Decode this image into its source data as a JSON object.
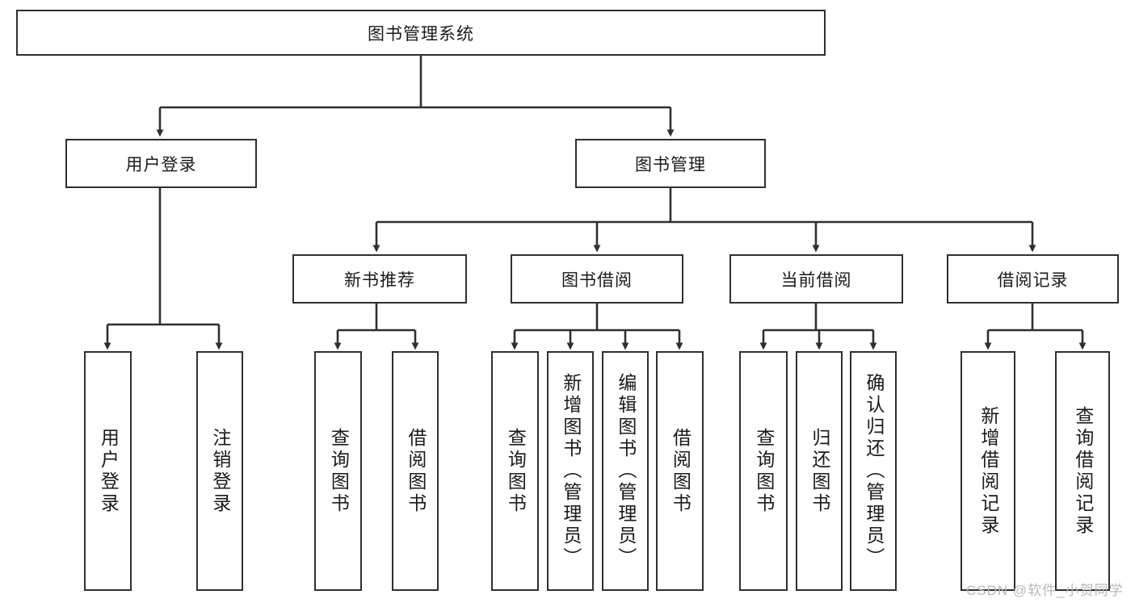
{
  "diagram": {
    "title_node": {
      "label": "图书管理系统"
    },
    "level1": [
      {
        "id": "user-login",
        "label": "用户登录"
      },
      {
        "id": "book-manage",
        "label": "图书管理"
      }
    ],
    "level2": [
      {
        "id": "new-book-recommend",
        "label": "新书推荐"
      },
      {
        "id": "book-borrow",
        "label": "图书借阅"
      },
      {
        "id": "current-borrow",
        "label": "当前借阅"
      },
      {
        "id": "borrow-record",
        "label": "借阅记录"
      }
    ],
    "leaves": [
      {
        "id": "leaf-user-login",
        "label": "用户登录",
        "parent": "user-login"
      },
      {
        "id": "leaf-logout-login",
        "label": "注销登录",
        "parent": "user-login"
      },
      {
        "id": "leaf-query-book-1",
        "label": "查询图书",
        "parent": "new-book-recommend"
      },
      {
        "id": "leaf-borrow-book-1",
        "label": "借阅图书",
        "parent": "new-book-recommend"
      },
      {
        "id": "leaf-query-book-2",
        "label": "查询图书",
        "parent": "book-borrow"
      },
      {
        "id": "leaf-add-book",
        "label": "新增图书（管理员）",
        "parent": "book-borrow"
      },
      {
        "id": "leaf-edit-book",
        "label": "编辑图书（管理员）",
        "parent": "book-borrow"
      },
      {
        "id": "leaf-borrow-book-2",
        "label": "借阅图书",
        "parent": "book-borrow"
      },
      {
        "id": "leaf-query-book-3",
        "label": "查询图书",
        "parent": "current-borrow"
      },
      {
        "id": "leaf-return-book",
        "label": "归还图书",
        "parent": "current-borrow"
      },
      {
        "id": "leaf-confirm-return",
        "label": "确认归还（管理员）",
        "parent": "current-borrow"
      },
      {
        "id": "leaf-add-record",
        "label": "新增借阅记录",
        "parent": "borrow-record"
      },
      {
        "id": "leaf-query-record",
        "label": "查询借阅记录",
        "parent": "borrow-record"
      }
    ],
    "colors": {
      "border": "#2f2f2f",
      "line": "#2f2f2f",
      "text": "#1a1a1a",
      "background": "#ffffff",
      "watermark": "#b8b8b8"
    }
  },
  "watermark": {
    "text": "CSDN @软件_小贺同学"
  }
}
